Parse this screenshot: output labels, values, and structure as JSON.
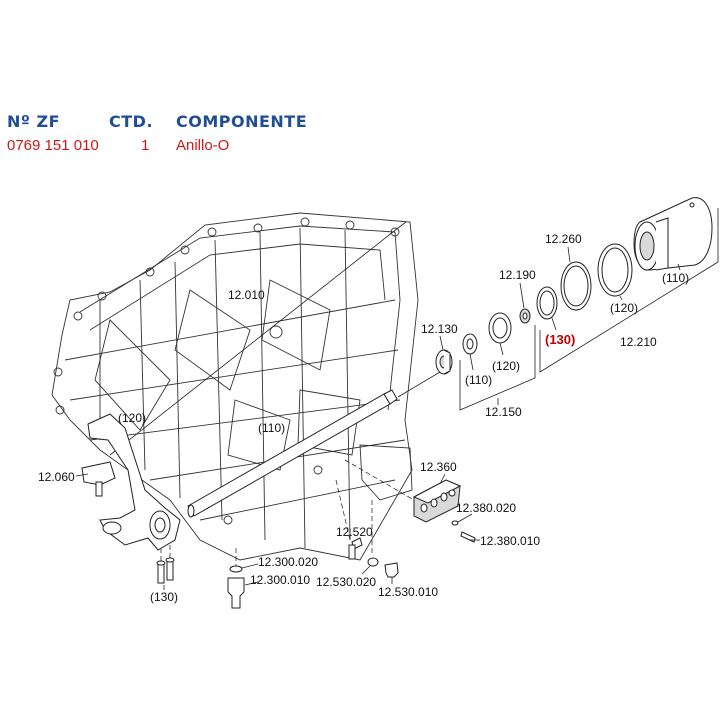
{
  "header": {
    "col_zf": "Nº ZF",
    "col_qty": "CTD.",
    "col_component": "COMPONENTE"
  },
  "row": {
    "zf_number": "0769 151 010",
    "qty": "1",
    "component": "Anillo-O"
  },
  "colors": {
    "header": "#1f4e96",
    "row_text": "#d01818",
    "highlight": "#c00000"
  },
  "labels": {
    "l12010": "12.010",
    "l110_shaft": "(110)",
    "l120_fork": "(120)",
    "l12060": "12.060",
    "l130_left": "(130)",
    "l12300020": "12.300.020",
    "l12300010": "12.300.010",
    "l12520": "12.520",
    "l12530020": "12.530.020",
    "l12530010": "12.530.010",
    "l12360": "12.360",
    "l12380020": "12.380.020",
    "l12380010": "12.380.010",
    "l12130": "12.130",
    "l110_mid": "(110)",
    "l120_mid": "(120)",
    "l12150": "12.150",
    "l12190": "12.190",
    "l130_hl": "(130)",
    "l12260": "12.260",
    "l120_right": "(120)",
    "l110_right": "(110)",
    "l12210": "12.210"
  }
}
